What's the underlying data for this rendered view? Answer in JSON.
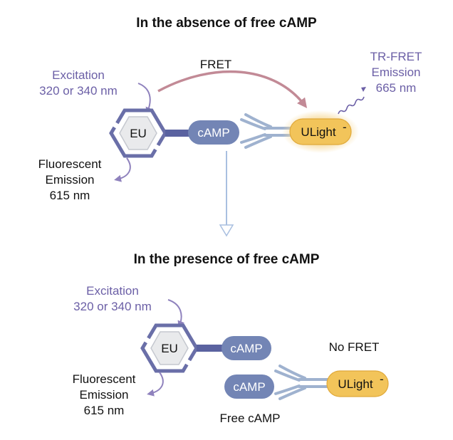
{
  "top": {
    "title": "In the absence of free cAMP",
    "excitation_line1": "Excitation",
    "excitation_line2": "320 or 340 nm",
    "fret_label": "FRET",
    "trfret_line1": "TR-FRET",
    "trfret_line2": "Emission",
    "trfret_line3": "665 nm",
    "eu_label": "EU",
    "camp_label": "cAMP",
    "ulight_label": "ULight",
    "fluor_line1": "Fluorescent",
    "fluor_line2": "Emission",
    "fluor_line3": "615 nm"
  },
  "bottom": {
    "title": "In the presence of free cAMP",
    "excitation_line1": "Excitation",
    "excitation_line2": "320 or 340 nm",
    "eu_label": "EU",
    "camp_label": "cAMP",
    "free_camp_label": "cAMP",
    "no_fret_label": "No FRET",
    "ulight_label": "ULight",
    "free_camp_caption": "Free cAMP",
    "fluor_line1": "Fluorescent",
    "fluor_line2": "Emission",
    "fluor_line3": "615 nm"
  },
  "colors": {
    "purple_text": "#6b5fa6",
    "eu_ring": "#6a6fa8",
    "camp_fill": "#7385b5",
    "antibody": "#9fb2cf",
    "ulight_fill": "#f2c45a",
    "ulight_glow": "#f7dca0",
    "fret_arrow": "#c28a96",
    "down_arrow": "#a9bfe0"
  }
}
